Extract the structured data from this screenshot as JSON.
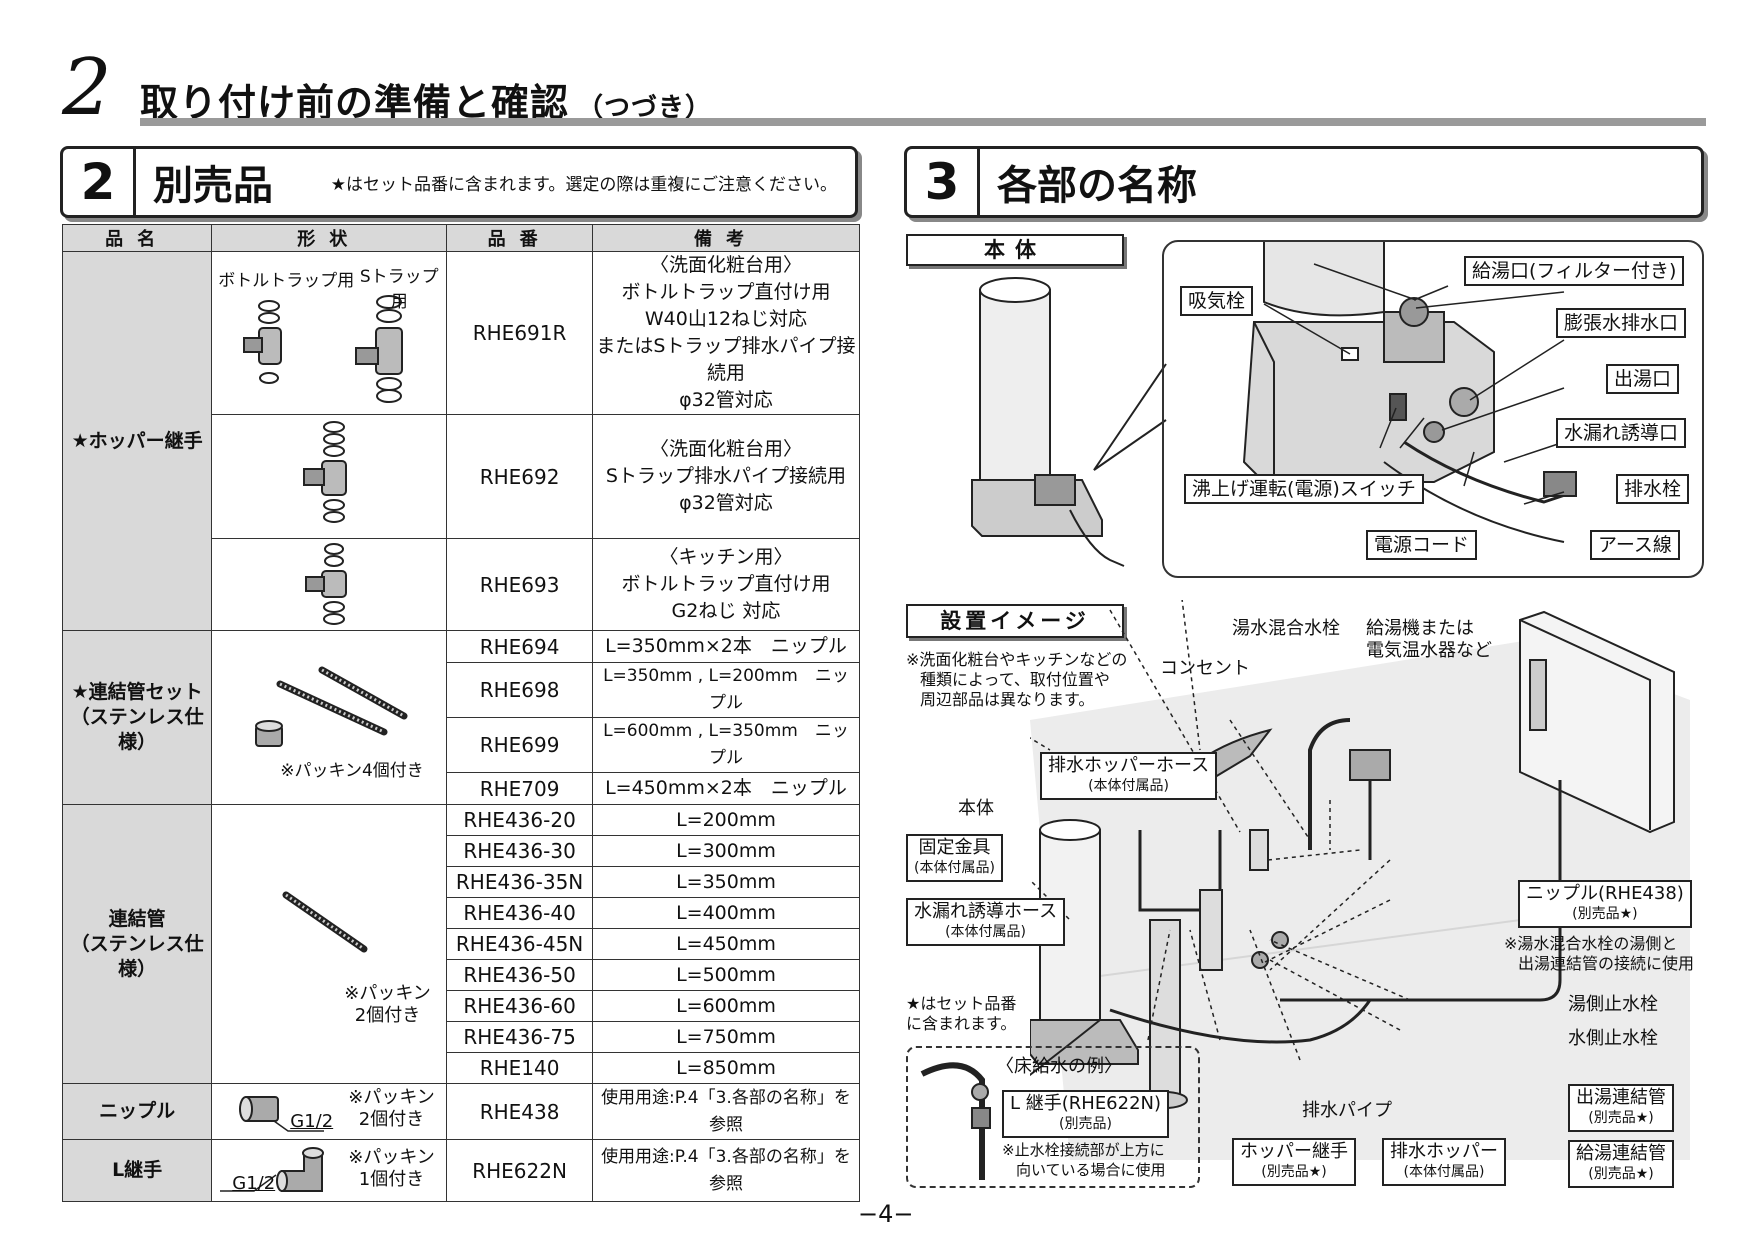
{
  "header": {
    "chapter_number": "2",
    "title": "取り付け前の準備と確認",
    "title_suffix": "（つづき）"
  },
  "section2": {
    "number": "2",
    "title": "別売品",
    "note": "★はセット品番に含まれます。選定の際は重複にご注意ください。",
    "columns": [
      "品名",
      "形状",
      "品番",
      "備考"
    ],
    "hopper": {
      "name": "★ホッパー継手",
      "shape_labels": [
        "ボトルトラップ用",
        "Sトラップ用"
      ],
      "rows": [
        {
          "code": "RHE691R",
          "remarks": [
            "〈洗面化粧台用〉",
            "ボトルトラップ直付け用",
            "W40山12ねじ対応",
            "またはSトラップ排水パイプ接続用",
            "φ32管対応"
          ]
        },
        {
          "code": "RHE692",
          "remarks": [
            "〈洗面化粧台用〉",
            "Sトラップ排水パイプ接続用",
            "φ32管対応"
          ]
        },
        {
          "code": "RHE693",
          "remarks": [
            "〈キッチン用〉",
            "ボトルトラップ直付け用",
            "G2ねじ 対応"
          ]
        }
      ]
    },
    "pipe_set": {
      "name_line1": "★連結管セット",
      "name_line2": "（ステンレス仕様）",
      "shape_note": "※パッキン4個付き",
      "rows": [
        {
          "code": "RHE694",
          "remark": "L=350mm×2本　ニップル"
        },
        {
          "code": "RHE698",
          "remark": "L=350mm , L=200mm　ニップル"
        },
        {
          "code": "RHE699",
          "remark": "L=600mm , L=350mm　ニップル"
        },
        {
          "code": "RHE709",
          "remark": "L=450mm×2本　ニップル"
        }
      ]
    },
    "pipe": {
      "name_line1": "連結管",
      "name_line2": "（ステンレス仕様）",
      "shape_note_line1": "※パッキン",
      "shape_note_line2": "2個付き",
      "rows": [
        {
          "code": "RHE436-20",
          "remark": "L=200mm"
        },
        {
          "code": "RHE436-30",
          "remark": "L=300mm"
        },
        {
          "code": "RHE436-35N",
          "remark": "L=350mm"
        },
        {
          "code": "RHE436-40",
          "remark": "L=400mm"
        },
        {
          "code": "RHE436-45N",
          "remark": "L=450mm"
        },
        {
          "code": "RHE436-50",
          "remark": "L=500mm"
        },
        {
          "code": "RHE436-60",
          "remark": "L=600mm"
        },
        {
          "code": "RHE436-75",
          "remark": "L=750mm"
        },
        {
          "code": "RHE140",
          "remark": "L=850mm"
        }
      ]
    },
    "nipple": {
      "name": "ニップル",
      "thread": "G1/2",
      "note_line1": "※パッキン",
      "note_line2": "2個付き",
      "code": "RHE438",
      "remark": "使用用途:P.4「3.各部の名称」を参照"
    },
    "elbow": {
      "name": "L継手",
      "thread": "G1/2",
      "note_line1": "※パッキン",
      "note_line2": "1個付き",
      "code": "RHE622N",
      "remark": "使用用途:P.4「3.各部の名称」を参照"
    }
  },
  "section3": {
    "number": "3",
    "title": "各部の名称",
    "body_tag": "本体",
    "body_labels": {
      "intake": "吸気栓",
      "supply": "給湯口(フィルター付き)",
      "expansion": "膨張水排水口",
      "outlet": "出湯口",
      "leak": "水漏れ誘導口",
      "drain_plug": "排水栓",
      "switch": "沸上げ運転(電源)スイッチ",
      "cord": "電源コード",
      "earth": "アース線"
    },
    "install_tag": "設置イメージ",
    "install_note": [
      "※洗面化粧台やキッチンなどの",
      "種類によって、取付位置や",
      "周辺部品は異なります。"
    ],
    "install_labels": {
      "mixer": "湯水混合水栓",
      "heater_line1": "給湯機または",
      "heater_line2": "電気温水器など",
      "outlet_socket": "コンセント",
      "hopper_hose": "排水ホッパーホース",
      "hopper_hose_sub": "(本体付属品)",
      "body": "本体",
      "bracket": "固定金具",
      "bracket_sub": "(本体付属品)",
      "leak_hose": "水漏れ誘導ホース",
      "leak_hose_sub": "(本体付属品)",
      "nipple": "ニップル(RHE438)",
      "nipple_sub": "(別売品★)",
      "nipple_note_line1": "※湯水混合水栓の湯側と",
      "nipple_note_line2": "出湯連結管の接続に使用",
      "hot_valve": "湯側止水栓",
      "cold_valve": "水側止水栓",
      "star_note_line1": "★はセット品番",
      "star_note_line2": "に含まれます。",
      "floor_example": "〈床給水の例〉",
      "elbow": "L 継手(RHE622N)",
      "elbow_sub": "(別売品)",
      "elbow_note_line1": "※止水栓接続部が上方に",
      "elbow_note_line2": "向いている場合に使用",
      "drain_pipe": "排水パイプ",
      "hopper_joint": "ホッパー継手",
      "hopper_joint_sub": "(別売品★)",
      "drain_hopper": "排水ホッパー",
      "drain_hopper_sub": "(本体付属品)",
      "out_pipe": "出湯連結管",
      "out_pipe_sub": "(別売品★)",
      "in_pipe": "給湯連結管",
      "in_pipe_sub": "(別売品★)"
    }
  },
  "page_number": "−4−"
}
